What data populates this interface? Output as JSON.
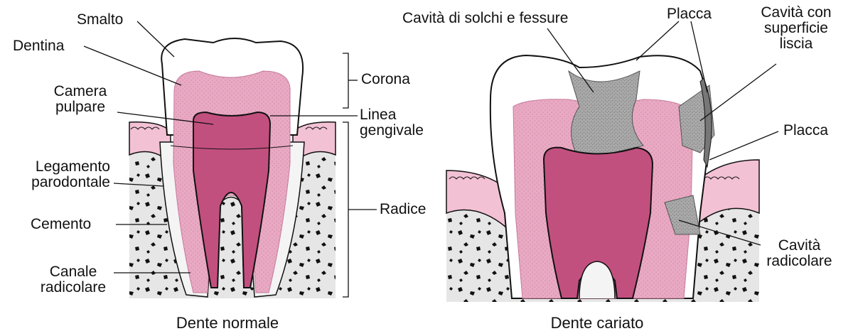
{
  "labels": {
    "smalto": "Smalto",
    "dentina": "Dentina",
    "camera_pulpare_1": "Camera",
    "camera_pulpare_2": "pulpare",
    "corona": "Corona",
    "linea_gengivale_1": "Linea",
    "linea_gengivale_2": "gengivale",
    "legamento_1": "Legamento",
    "legamento_2": "parodontale",
    "cemento": "Cemento",
    "radice": "Radice",
    "canale_1": "Canale",
    "canale_2": "radicolare",
    "cavita_solchi": "Cavità di solchi e fessure",
    "placca_top": "Placca",
    "cavita_sup_1": "Cavità con",
    "cavita_sup_2": "superficie",
    "cavita_sup_3": "liscia",
    "placca_side": "Placca",
    "cavita_rad_1": "Cavità",
    "cavita_rad_2": "radicolare"
  },
  "captions": {
    "normal": "Dente normale",
    "decayed": "Dente cariato"
  },
  "colors": {
    "dentin": "#e9a9c3",
    "pulp": "#c2507f",
    "gum": "#f3c1d4",
    "bone": "#e6e6e6",
    "decay": "#a8a8a8",
    "outline": "#111111"
  }
}
